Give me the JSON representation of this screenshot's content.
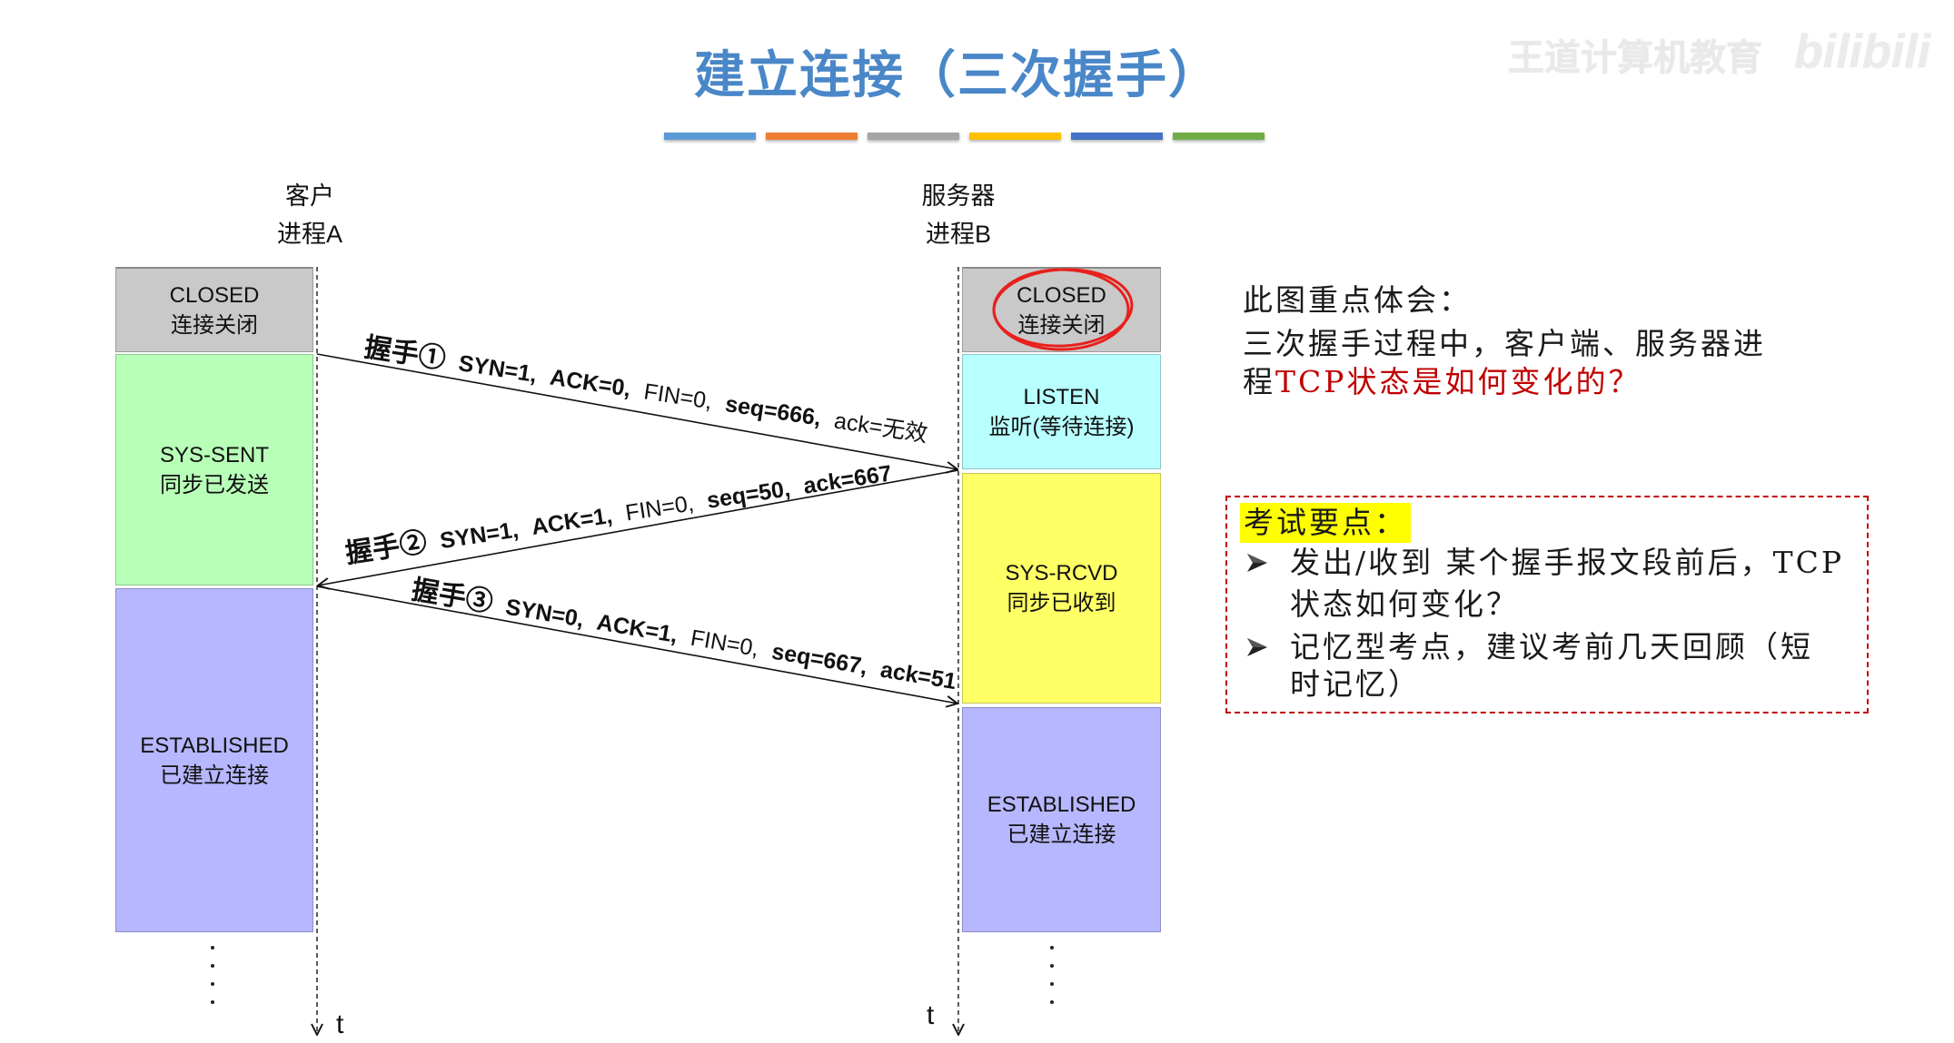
{
  "slide": {
    "title": "建立连接（三次握手）",
    "title_color": "#4a87c8",
    "accent_colors": [
      "#5b9bd5",
      "#ed7d31",
      "#a5a5a5",
      "#ffc000",
      "#4472c4",
      "#70ad47"
    ],
    "watermark": {
      "org": "王道计算机教育",
      "brand": "bilibili"
    }
  },
  "client": {
    "label_line1": "客户",
    "label_line2": "进程A",
    "timeline_label": "t",
    "states": [
      {
        "name": "CLOSED",
        "desc": "连接关闭",
        "color": "#c9c9c9"
      },
      {
        "name": "SYS-SENT",
        "desc": "同步已发送",
        "color": "#b8ffb8"
      },
      {
        "name": "ESTABLISHED",
        "desc": "已建立连接",
        "color": "#b7b7ff"
      }
    ]
  },
  "server": {
    "label_line1": "服务器",
    "label_line2": "进程B",
    "timeline_label": "t",
    "annotation_color": "#e8201c",
    "states": [
      {
        "name": "CLOSED",
        "desc": "连接关闭",
        "color": "#c9c9c9"
      },
      {
        "name": "LISTEN",
        "desc": "监听(等待连接)",
        "color": "#b8ffff"
      },
      {
        "name": "SYS-RCVD",
        "desc": "同步已收到",
        "color": "#ffff66"
      },
      {
        "name": "ESTABLISHED",
        "desc": "已建立连接",
        "color": "#b7b7ff"
      }
    ]
  },
  "handshakes": [
    {
      "step": "握手①",
      "syn": "SYN=1,",
      "ack_flag": "ACK=0,",
      "fin": "FIN=0,",
      "seq": "seq=666,",
      "ack_num": "ack=无效"
    },
    {
      "step": "握手②",
      "syn": "SYN=1,",
      "ack_flag": "ACK=1,",
      "fin": "FIN=0,",
      "seq": "seq=50,",
      "ack_num": "ack=667"
    },
    {
      "step": "握手③",
      "syn": "SYN=0,",
      "ack_flag": "ACK=1,",
      "fin": "FIN=0,",
      "seq": "seq=667,",
      "ack_num": "ack=51"
    }
  ],
  "notes": {
    "heading": "此图重点体会：",
    "line1": "三次握手过程中，客户端、服务器进",
    "line2_prefix": "程",
    "line2_highlight": "TCP状态是如何变化的？",
    "highlight_color": "#c00000"
  },
  "exam_points": {
    "heading": "考试要点：",
    "heading_highlight": "#ffff00",
    "border_color": "#c00000",
    "bullet_icon": "arrowhead-bullet-icon",
    "items": [
      {
        "lines": [
          "发出/收到 某个握手报文段前后，TCP",
          "状态如何变化？"
        ]
      },
      {
        "lines": [
          "记忆型考点，建议考前几天回顾（短",
          "时记忆）"
        ]
      }
    ]
  }
}
